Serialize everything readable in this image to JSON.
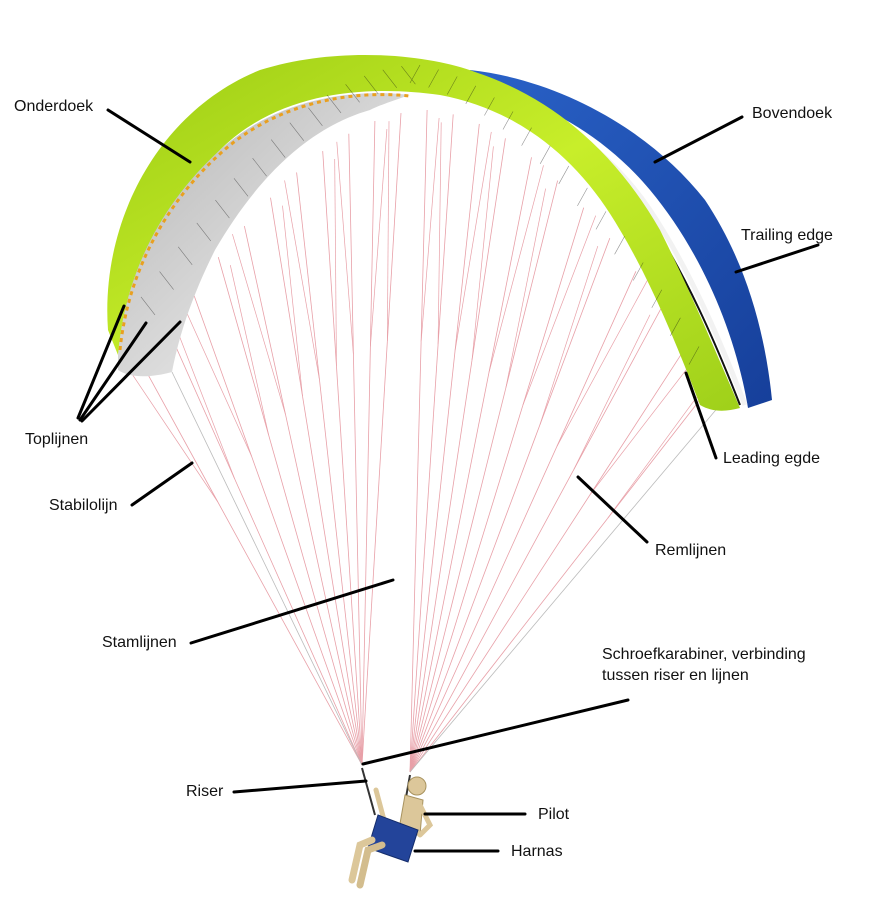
{
  "diagram": {
    "subject": "Paraglider anatomy",
    "colors": {
      "upper_surface": "#1f55b5",
      "leading_edge": "#b7e21c",
      "lower_surface": "#c9c9c9",
      "lines": "#e8a0a8",
      "pointer": "#000000",
      "harness": "#23449a",
      "pilot": "#dcc79a"
    },
    "labels": {
      "onderdoek": "Onderdoek",
      "bovendoek": "Bovendoek",
      "trailing_edge": "Trailing edge",
      "toplijnen": "Toplijnen",
      "leading_edge": "Leading egde",
      "stabilolijn": "Stabilolijn",
      "remlijnen": "Remlijnen",
      "stamlijnen": "Stamlijnen",
      "schroefkarabiner_line1": "Schroefkarabiner, verbinding",
      "schroefkarabiner_line2": "tussen riser en lijnen",
      "riser": "Riser",
      "pilot": "Pilot",
      "harnas": "Harnas"
    }
  }
}
